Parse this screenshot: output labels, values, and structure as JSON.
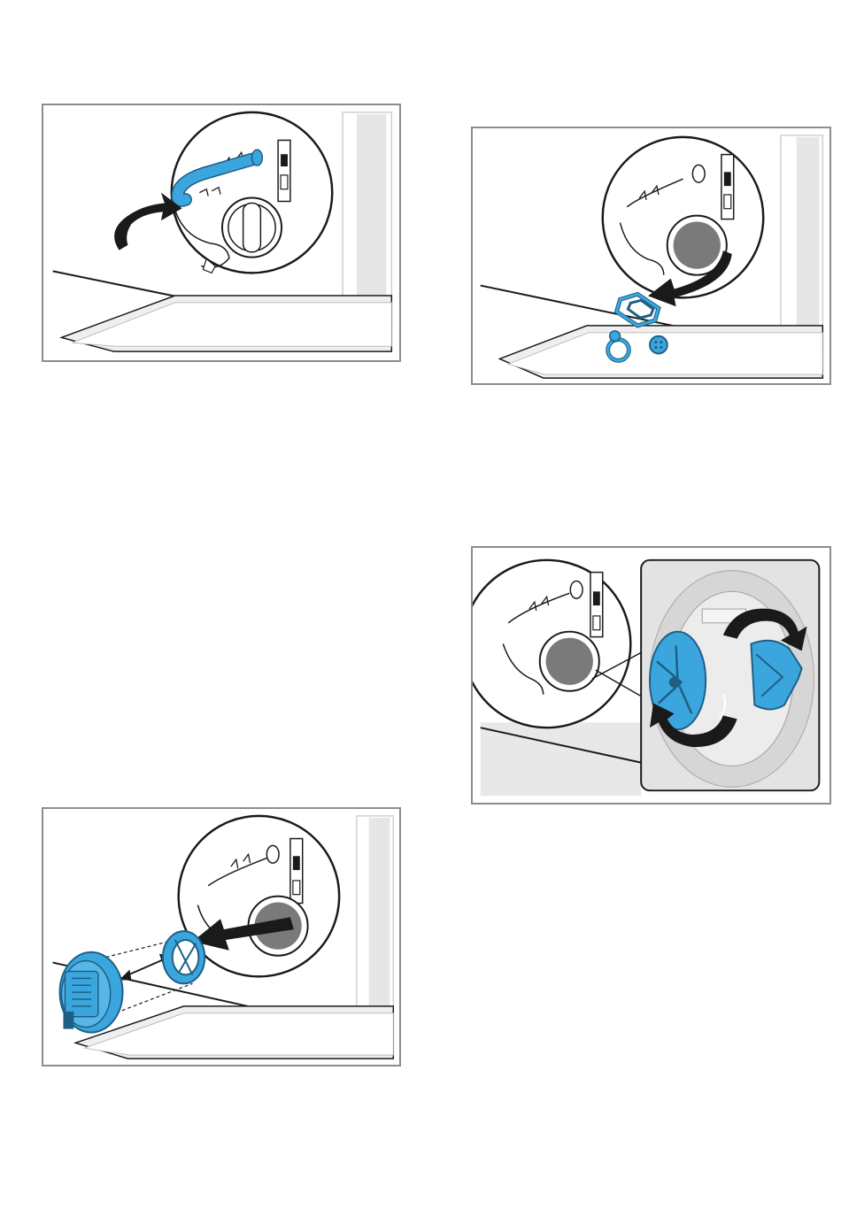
{
  "page": {
    "background": "#ffffff"
  },
  "colors": {
    "frame": "#8c8c8c",
    "accent_blue": "#3aa6dd",
    "part_outline": "#1e5f86",
    "line_dark": "#1a1a1a",
    "panel_gray": "#e8e8e8",
    "opening_gray": "#7a7a7a"
  },
  "figures": [
    {
      "id": "fig1",
      "icon": "emergency-drain-hose-pull-illustration"
    },
    {
      "id": "fig2",
      "icon": "foreign-objects-removal-illustration"
    },
    {
      "id": "fig3",
      "icon": "pump-impeller-rotate-illustration"
    },
    {
      "id": "fig4",
      "icon": "drain-pump-filter-removal-illustration"
    }
  ]
}
